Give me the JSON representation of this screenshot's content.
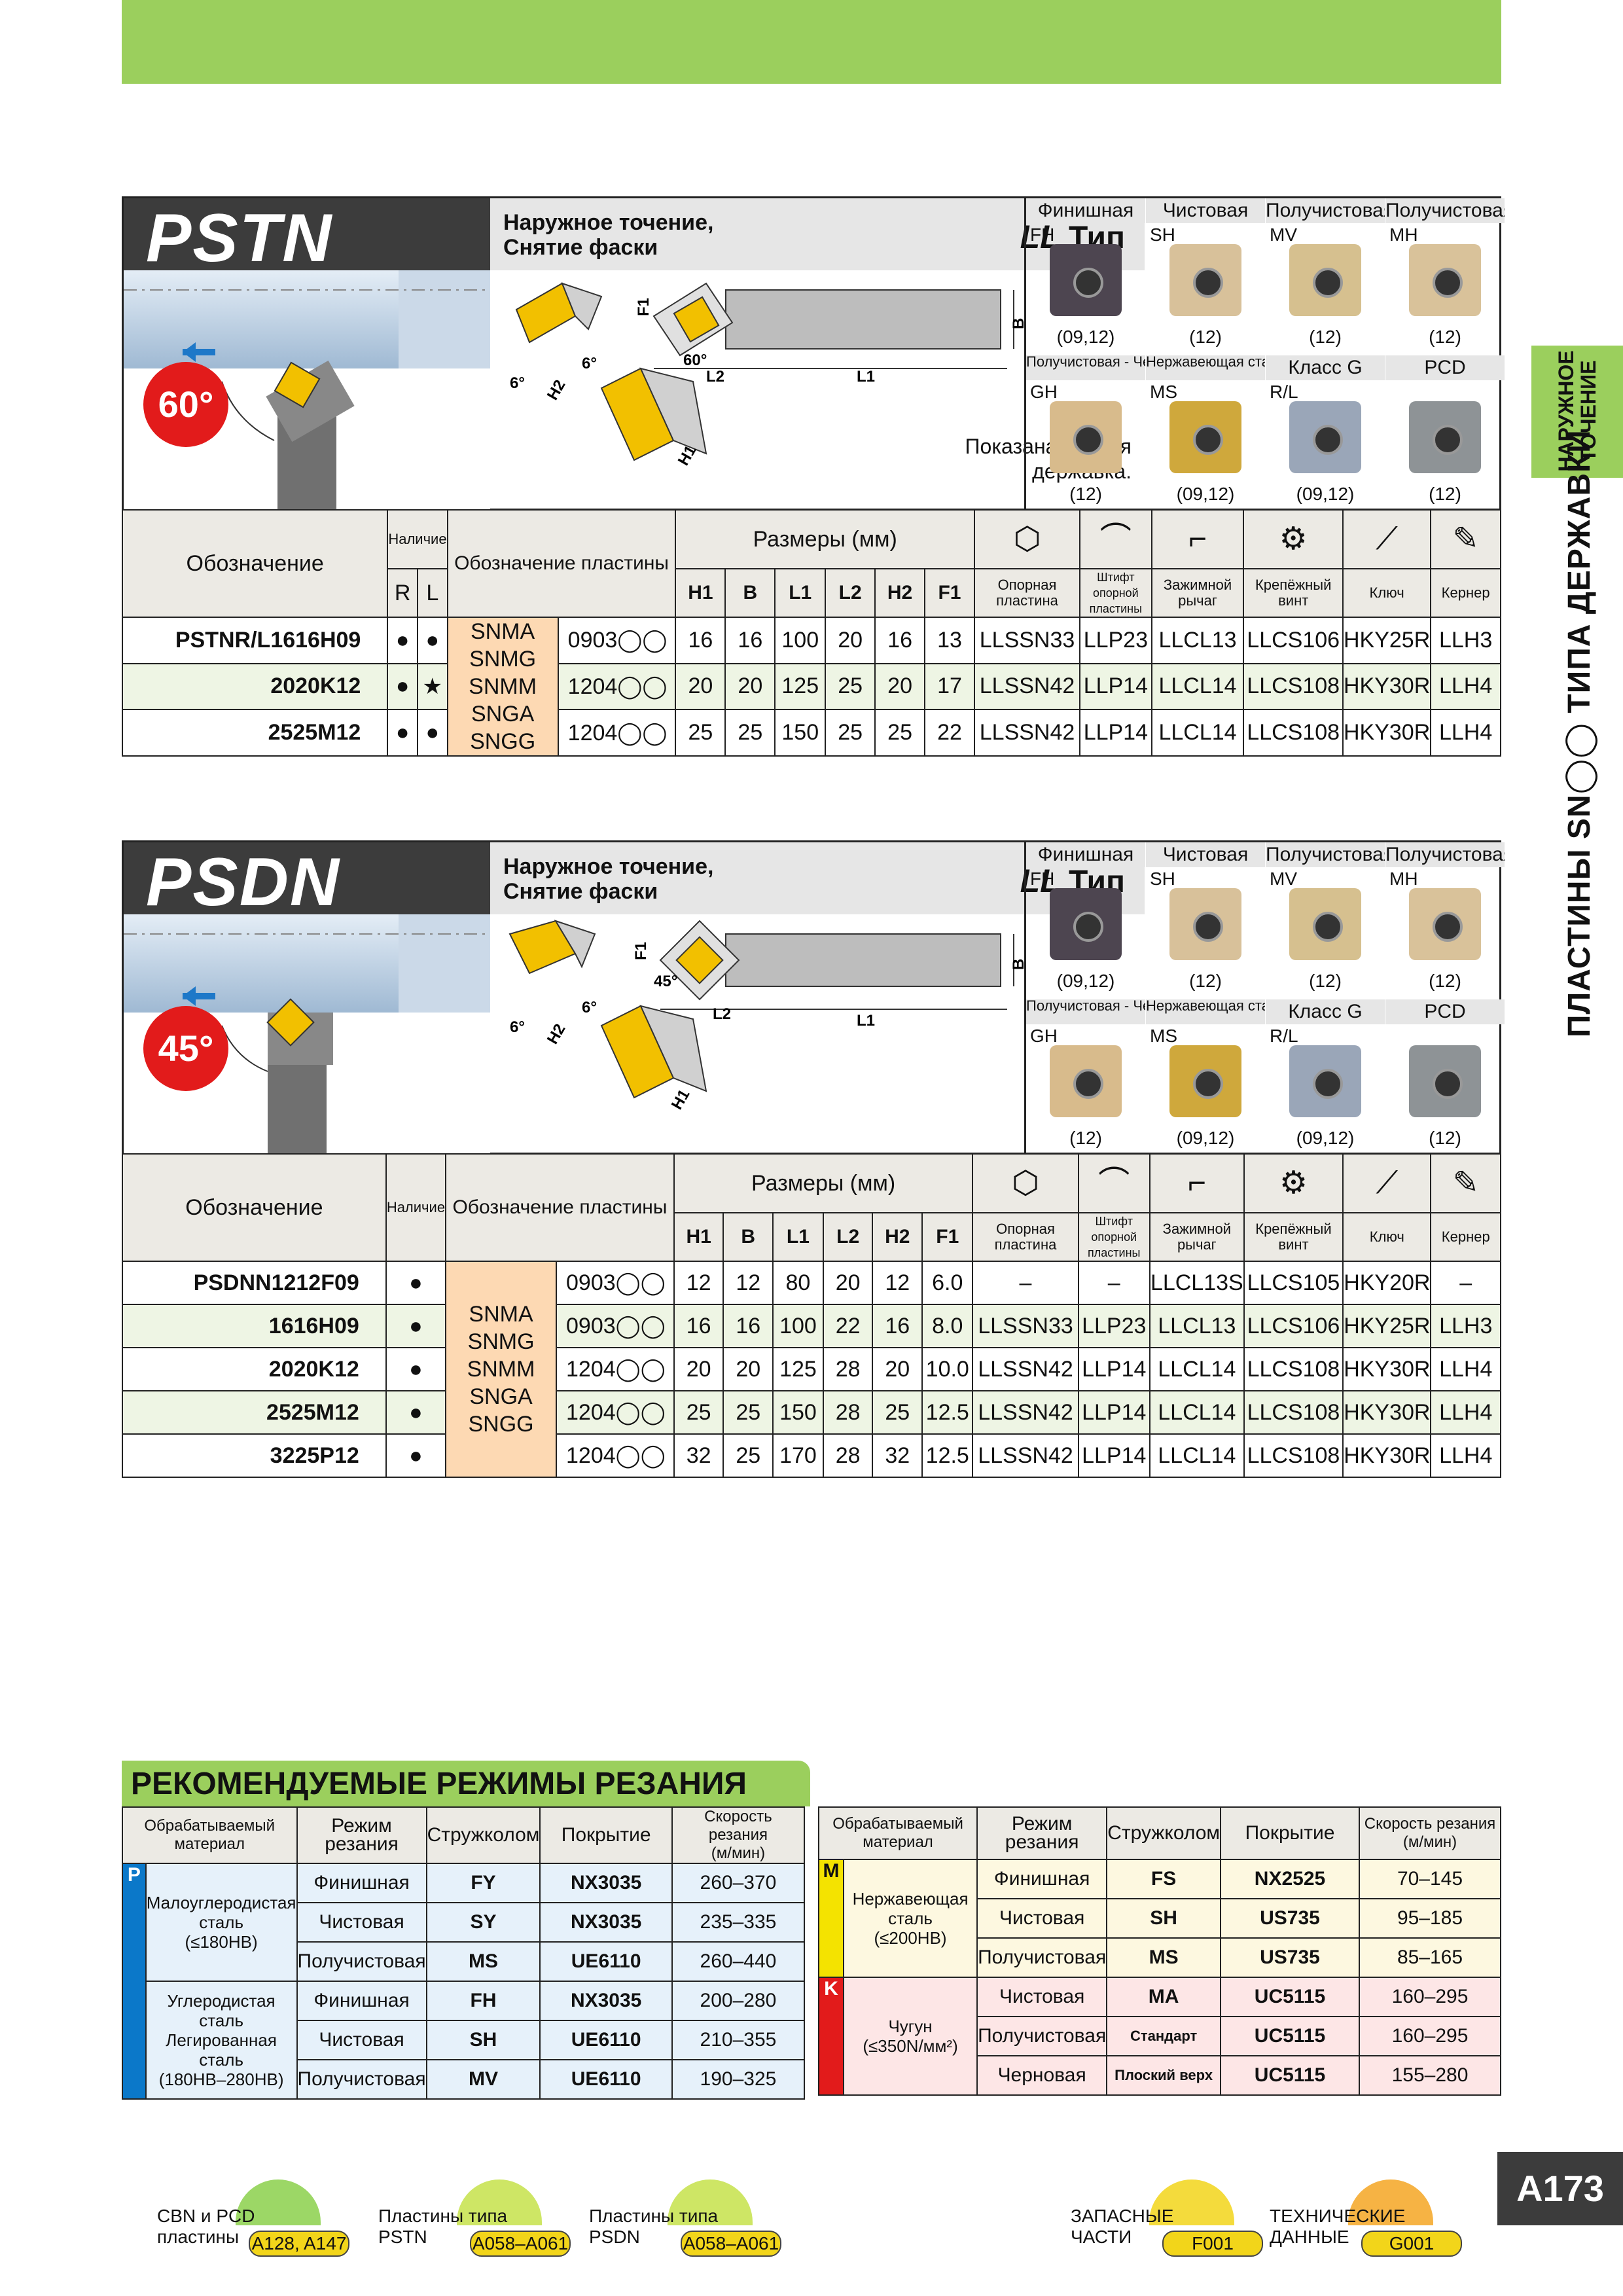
{
  "side": {
    "top": "НАРУЖНОЕ\nТОЧЕНИЕ",
    "main": "ПЛАСТИНЫ SN◯◯ ТИПА ДЕРЖАВКИ"
  },
  "grades_common": {
    "row1": [
      {
        "name": "Финишная",
        "code": "FH",
        "num": "(09,12)",
        "color": "#4d4550"
      },
      {
        "name": "Чистовая",
        "code": "SH",
        "num": "(12)",
        "color": "#d8c19a"
      },
      {
        "name": "Получистовая",
        "code": "MV",
        "num": "(12)",
        "color": "#d6c08f"
      },
      {
        "name": "Получистовая",
        "code": "MH",
        "num": "(12)",
        "color": "#d9c29a"
      }
    ],
    "row2": [
      {
        "name": "Получистовая - Черновая",
        "code": "GH",
        "num": "(12)",
        "color": "#d8bb8c"
      },
      {
        "name": "Нержавеющая сталь",
        "code": "MS",
        "num": "(09,12)",
        "color": "#cfa83c"
      },
      {
        "name": "Класс G",
        "code": "R/L",
        "num": "(09,12)",
        "color": "#9aa6b8"
      },
      {
        "name": "PCD",
        "code": "",
        "num": "(12)",
        "color": "#8e9396"
      }
    ]
  },
  "pstn": {
    "logo": "PSTN",
    "angle": "60°",
    "desc": "Наружное точение,\nСнятие фаски",
    "ll_sym": "LL",
    "ll_text": "Тип",
    "shown": "Показана правая\nдержавка.",
    "dim_labels": {
      "f1": "F1",
      "b": "B",
      "l1": "L1",
      "l2": "L2",
      "h1": "H1",
      "h2": "H2",
      "a6": "6°",
      "a60": "60°"
    },
    "head": {
      "designation": "Обозначение",
      "avail": "Наличие",
      "r": "R",
      "l": "L",
      "insert": "Обозначение пластины",
      "dims": "Размеры (мм)",
      "cols": [
        "H1",
        "B",
        "L1",
        "L2",
        "H2",
        "F1"
      ],
      "parts": [
        "Опорная пластина",
        "Штифт опорной пластины",
        "Зажимной рычаг",
        "Крепёжный винт",
        "Ключ",
        "Кернер"
      ]
    },
    "insert_types": [
      "SNMA",
      "SNMG",
      "SNMM",
      "SNGA",
      "SNGG"
    ],
    "rows": [
      {
        "code": "PSTNR/L1616H09",
        "r": "●",
        "l": "●",
        "size": "0903◯◯",
        "v": [
          "16",
          "16",
          "100",
          "20",
          "16",
          "13"
        ],
        "p": [
          "LLSSN33",
          "LLP23",
          "LLCL13",
          "LLCS106",
          "HKY25R",
          "LLH3"
        ]
      },
      {
        "code": "2020K12",
        "r": "●",
        "l": "★",
        "size": "1204◯◯",
        "v": [
          "20",
          "20",
          "125",
          "25",
          "20",
          "17"
        ],
        "p": [
          "LLSSN42",
          "LLP14",
          "LLCL14",
          "LLCS108",
          "HKY30R",
          "LLH4"
        ]
      },
      {
        "code": "2525M12",
        "r": "●",
        "l": "●",
        "size": "1204◯◯",
        "v": [
          "25",
          "25",
          "150",
          "25",
          "25",
          "22"
        ],
        "p": [
          "LLSSN42",
          "LLP14",
          "LLCL14",
          "LLCS108",
          "HKY30R",
          "LLH4"
        ]
      }
    ]
  },
  "psdn": {
    "logo": "PSDN",
    "angle": "45°",
    "desc": "Наружное точение,\nСнятие фаски",
    "ll_sym": "LL",
    "ll_text": "Тип",
    "dim_labels": {
      "f1": "F1",
      "b": "B",
      "l1": "L1",
      "l2": "L2",
      "h1": "H1",
      "h2": "H2",
      "a6": "6°",
      "a45": "45°"
    },
    "head": {
      "designation": "Обозначение",
      "avail": "Наличие",
      "insert": "Обозначение пластины",
      "dims": "Размеры (мм)",
      "cols": [
        "H1",
        "B",
        "L1",
        "L2",
        "H2",
        "F1"
      ],
      "parts": [
        "Опорная пластина",
        "Штифт опорной пластины",
        "Зажимной рычаг",
        "Крепёжный винт",
        "Ключ",
        "Кернер"
      ]
    },
    "insert_types": [
      "SNMA",
      "SNMG",
      "SNMM",
      "SNGA",
      "SNGG"
    ],
    "rows": [
      {
        "code": "PSDNN1212F09",
        "a": "●",
        "size": "0903◯◯",
        "v": [
          "12",
          "12",
          "80",
          "20",
          "12",
          "6.0"
        ],
        "p": [
          "–",
          "–",
          "LLCL13S",
          "LLCS105",
          "HKY20R",
          "–"
        ]
      },
      {
        "code": "1616H09",
        "a": "●",
        "size": "0903◯◯",
        "v": [
          "16",
          "16",
          "100",
          "22",
          "16",
          "8.0"
        ],
        "p": [
          "LLSSN33",
          "LLP23",
          "LLCL13",
          "LLCS106",
          "HKY25R",
          "LLH3"
        ]
      },
      {
        "code": "2020K12",
        "a": "●",
        "size": "1204◯◯",
        "v": [
          "20",
          "20",
          "125",
          "28",
          "20",
          "10.0"
        ],
        "p": [
          "LLSSN42",
          "LLP14",
          "LLCL14",
          "LLCS108",
          "HKY30R",
          "LLH4"
        ]
      },
      {
        "code": "2525M12",
        "a": "●",
        "size": "1204◯◯",
        "v": [
          "25",
          "25",
          "150",
          "28",
          "25",
          "12.5"
        ],
        "p": [
          "LLSSN42",
          "LLP14",
          "LLCL14",
          "LLCS108",
          "HKY30R",
          "LLH4"
        ]
      },
      {
        "code": "3225P12",
        "a": "●",
        "size": "1204◯◯",
        "v": [
          "32",
          "25",
          "170",
          "28",
          "32",
          "12.5"
        ],
        "p": [
          "LLSSN42",
          "LLP14",
          "LLCL14",
          "LLCS108",
          "HKY30R",
          "LLH4"
        ]
      }
    ]
  },
  "rec": {
    "title": "РЕКОМЕНДУЕМЫЕ РЕЖИМЫ РЕЗАНИЯ",
    "head": [
      "Обрабатываемый материал",
      "Режим резания",
      "Стружколом",
      "Покрытие",
      "Скорость резания\n(м/мин)"
    ],
    "left": [
      {
        "cat": "P",
        "mat": "Малоуглеродистая сталь\n(≤180HB)",
        "rows": [
          [
            "Финишная",
            "FY",
            "NX3035",
            "260–370"
          ],
          [
            "Чистовая",
            "SY",
            "NX3035",
            "235–335"
          ],
          [
            "Получистовая",
            "MS",
            "UE6110",
            "260–440"
          ]
        ]
      },
      {
        "cat": "",
        "mat": "Углеродистая сталь\nЛегированная сталь\n(180HB–280HB)",
        "rows": [
          [
            "Финишная",
            "FH",
            "NX3035",
            "200–280"
          ],
          [
            "Чистовая",
            "SH",
            "UE6110",
            "210–355"
          ],
          [
            "Получистовая",
            "MV",
            "UE6110",
            "190–325"
          ]
        ]
      }
    ],
    "right": [
      {
        "cat": "M",
        "mat": "Нержавеющая сталь\n(≤200HB)",
        "rows": [
          [
            "Финишная",
            "FS",
            "NX2525",
            "70–145"
          ],
          [
            "Чистовая",
            "SH",
            "US735",
            "95–185"
          ],
          [
            "Получистовая",
            "MS",
            "US735",
            "85–165"
          ]
        ]
      },
      {
        "cat": "K",
        "mat": "Чугун\n(≤350N/мм²)",
        "rows": [
          [
            "Чистовая",
            "MA",
            "UC5115",
            "160–295"
          ],
          [
            "Получистовая",
            "Стандарт",
            "UC5115",
            "160–295"
          ],
          [
            "Черновая",
            "Плоский верх",
            "UC5115",
            "155–280"
          ]
        ]
      }
    ]
  },
  "page": "A173",
  "footer": [
    {
      "text": "CBN и PCD\nпластины",
      "ref": "A128, A147"
    },
    {
      "text": "Пластины типа\nPSTN",
      "ref": "A058–A061"
    },
    {
      "text": "Пластины типа\nPSDN",
      "ref": "A058–A061"
    },
    {
      "text": "ЗАПАСНЫЕ\nЧАСТИ",
      "ref": "F001"
    },
    {
      "text": "ТЕХНИЧЕСКИЕ\nДАННЫЕ",
      "ref": "G001"
    }
  ]
}
